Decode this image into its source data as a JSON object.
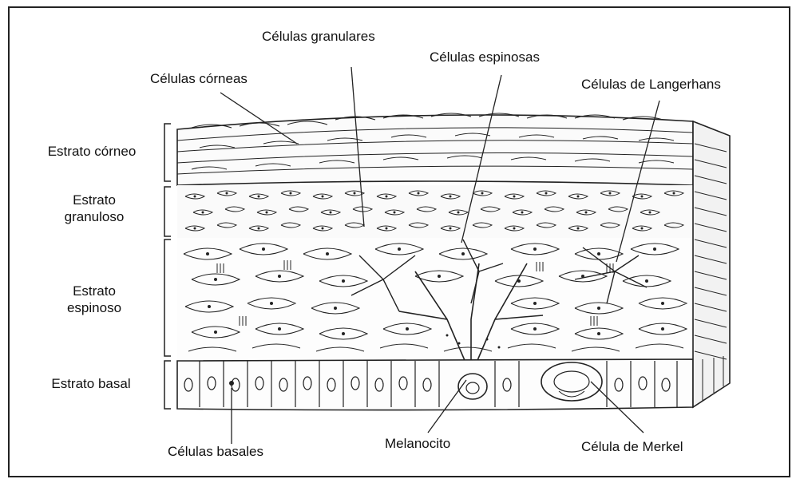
{
  "labels": {
    "celulas_granulares": "Células granulares",
    "celulas_espinosas": "Células espinosas",
    "celulas_corneas": "Células córneas",
    "celulas_langerhans": "Células de Langerhans",
    "estrato_corneo": "Estrato córneo",
    "estrato_granuloso_1": "Estrato",
    "estrato_granuloso_2": "granuloso",
    "estrato_espinoso_1": "Estrato",
    "estrato_espinoso_2": "espinoso",
    "estrato_basal": "Estrato basal",
    "celulas_basales": "Células basales",
    "melanocito": "Melanocito",
    "celula_merkel": "Célula de Merkel"
  }
}
